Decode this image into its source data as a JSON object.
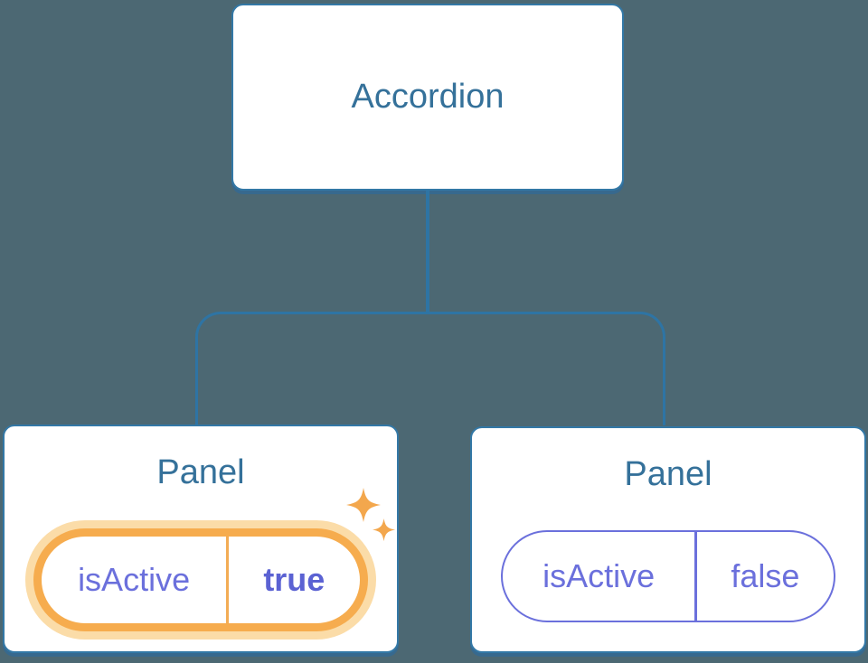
{
  "diagram": {
    "root_label": "Accordion",
    "panels": [
      {
        "title": "Panel",
        "state_key": "isActive",
        "state_value": "true",
        "highlighted": true
      },
      {
        "title": "Panel",
        "state_key": "isActive",
        "state_value": "false",
        "highlighted": false
      }
    ],
    "icons": [
      {
        "name": "sparkles-icon",
        "meaning": "state just changed / highlighted"
      }
    ],
    "colors": {
      "background": "#4C6873",
      "node_fill": "#FFFFFF",
      "node_border": "#3378A6",
      "node_shadow": "#37698E",
      "connector": "#2E74A4",
      "title_text": "#35719A",
      "state_text": "#6B70DC",
      "state_value_active_text": "#5B62D3",
      "highlight_ring": "#F6AC4E",
      "highlight_halo": "#FBDCA8",
      "highlight_divider": "#F3AC55",
      "sparkle": "#F3A74D"
    }
  }
}
